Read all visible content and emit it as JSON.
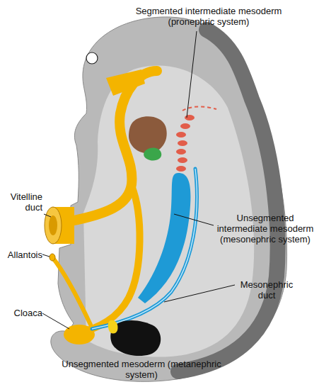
{
  "diagram": {
    "labels": [
      "Segmented intermediate mesoderm (pronephric system)",
      "Vitelline duct",
      "Unsegmented intermediate mesoderm (mesonephric system)",
      "Allantois",
      "Mesonephric duct",
      "Cloaca",
      "Unsegmented mesoderm (metanephric system)"
    ]
  }
}
